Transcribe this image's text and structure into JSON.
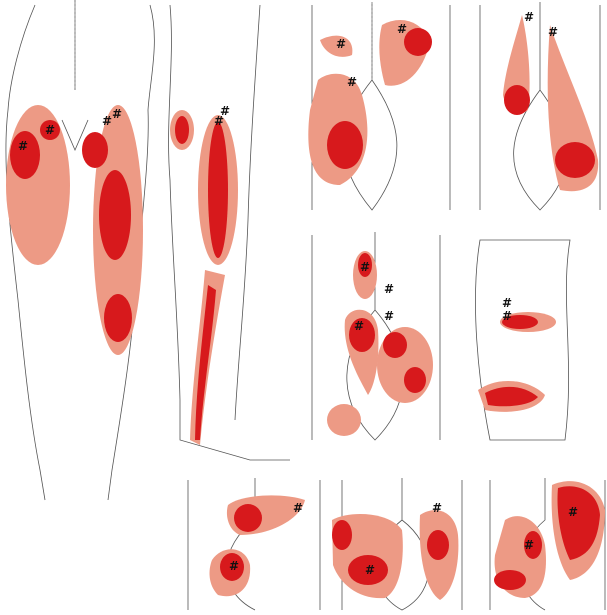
{
  "colors": {
    "referral": "#ed9a85",
    "core": "#d7191c",
    "outline": "#555555",
    "background": "#ffffff"
  },
  "marker": "#",
  "panels": [
    {
      "id": "legs-posterior"
    },
    {
      "id": "leg-lateral"
    },
    {
      "id": "hip-posterior-1"
    },
    {
      "id": "low-back-posterior-1"
    },
    {
      "id": "pelvis-posterior-2"
    },
    {
      "id": "hip-lateral"
    },
    {
      "id": "buttock-1"
    },
    {
      "id": "buttock-2"
    },
    {
      "id": "buttock-3"
    }
  ]
}
